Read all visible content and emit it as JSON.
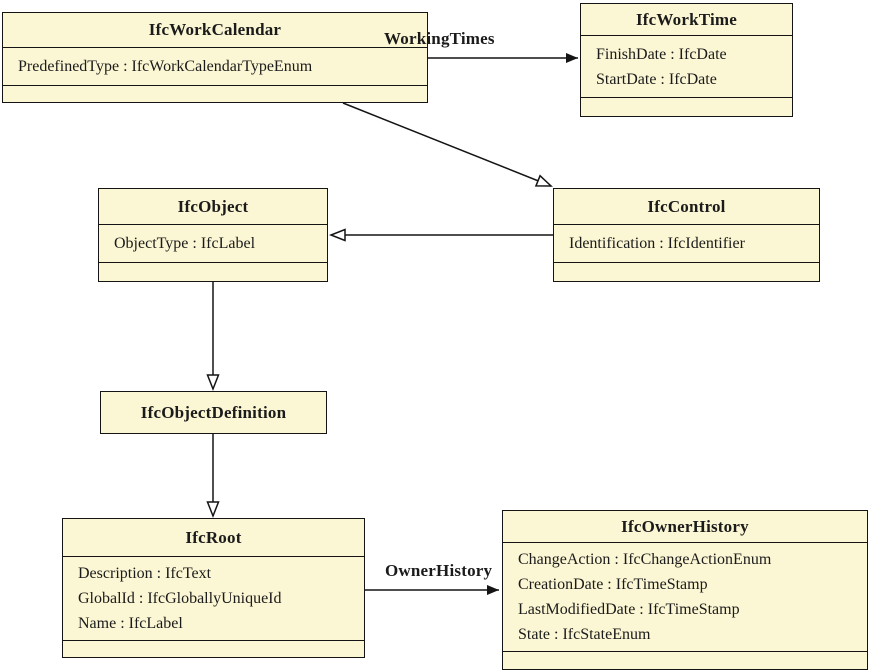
{
  "diagram": {
    "type": "uml-class-diagram",
    "subject": "IFC work calendar schema",
    "colors": {
      "box_fill": "#fbf6d3",
      "box_border": "#141414",
      "text": "#1b1b1b",
      "background": "#ffffff"
    },
    "classes": [
      {
        "id": "IfcWorkCalendar",
        "title": "IfcWorkCalendar",
        "attributes": [
          "PredefinedType : IfcWorkCalendarTypeEnum"
        ]
      },
      {
        "id": "IfcWorkTime",
        "title": "IfcWorkTime",
        "attributes": [
          "FinishDate : IfcDate",
          "StartDate : IfcDate"
        ]
      },
      {
        "id": "IfcObject",
        "title": "IfcObject",
        "attributes": [
          "ObjectType : IfcLabel"
        ]
      },
      {
        "id": "IfcControl",
        "title": "IfcControl",
        "attributes": [
          "Identification : IfcIdentifier"
        ]
      },
      {
        "id": "IfcObjectDefinition",
        "title": "IfcObjectDefinition",
        "attributes": []
      },
      {
        "id": "IfcRoot",
        "title": "IfcRoot",
        "attributes": [
          "Description : IfcText",
          "GlobalId : IfcGloballyUniqueId",
          "Name : IfcLabel"
        ]
      },
      {
        "id": "IfcOwnerHistory",
        "title": "IfcOwnerHistory",
        "attributes": [
          "ChangeAction : IfcChangeActionEnum",
          "CreationDate : IfcTimeStamp",
          "LastModifiedDate : IfcTimeStamp",
          "State : IfcStateEnum"
        ]
      }
    ],
    "relations": [
      {
        "kind": "association",
        "label": "WorkingTimes",
        "from": "IfcWorkCalendar",
        "to": "IfcWorkTime"
      },
      {
        "kind": "generalization",
        "label": "",
        "from": "IfcWorkCalendar",
        "to": "IfcControl"
      },
      {
        "kind": "generalization",
        "label": "",
        "from": "IfcControl",
        "to": "IfcObject"
      },
      {
        "kind": "generalization",
        "label": "",
        "from": "IfcObject",
        "to": "IfcObjectDefinition"
      },
      {
        "kind": "generalization",
        "label": "",
        "from": "IfcObjectDefinition",
        "to": "IfcRoot"
      },
      {
        "kind": "association",
        "label": "OwnerHistory",
        "from": "IfcRoot",
        "to": "IfcOwnerHistory"
      }
    ]
  }
}
